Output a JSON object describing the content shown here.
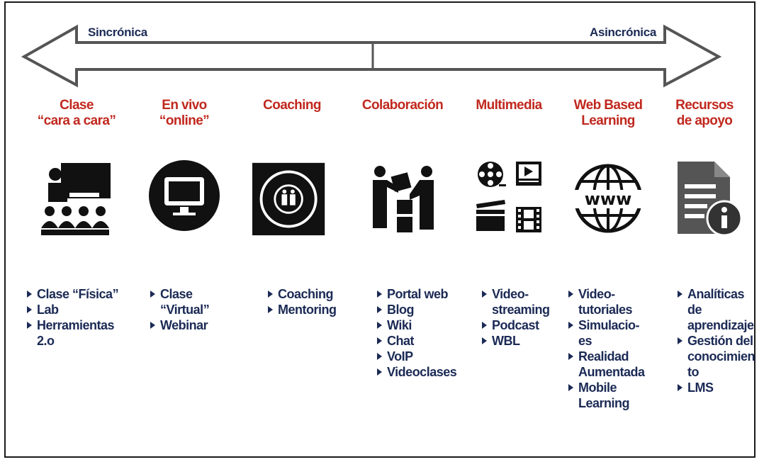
{
  "axis": {
    "left_label": "Sincrónica",
    "right_label": "Asincrónica"
  },
  "colors": {
    "title_red": "#c0281e",
    "text_navy": "#1b2a55",
    "icon_black": "#111111",
    "arrow_gray": "#555555"
  },
  "columns": [
    {
      "title": "Clase\n“cara a cara”",
      "icon": "classroom-icon",
      "items": [
        [
          "Clase “Física”"
        ],
        [
          "Lab"
        ],
        [
          "Herramientas",
          "2.o"
        ]
      ]
    },
    {
      "title": "En vivo\n“online”",
      "icon": "monitor-icon",
      "items": [
        [
          "Clase",
          "“Virtual”"
        ],
        [
          "Webinar"
        ]
      ]
    },
    {
      "title": "Coaching",
      "icon": "coaching-icon",
      "items": [
        [
          "Coaching"
        ],
        [
          "Mentoring"
        ]
      ]
    },
    {
      "title": "Colaboración",
      "icon": "collaboration-icon",
      "items": [
        [
          "Portal web"
        ],
        [
          "Blog"
        ],
        [
          "Wiki"
        ],
        [
          "Chat"
        ],
        [
          "VoIP"
        ],
        [
          "Videoclases"
        ]
      ]
    },
    {
      "title": "Multimedia",
      "icon": "multimedia-icon",
      "items": [
        [
          "Video-",
          "streaming"
        ],
        [
          "Podcast"
        ],
        [
          "WBL"
        ]
      ]
    },
    {
      "title": "Web Based\nLearning",
      "icon": "globe-www-icon",
      "items": [
        [
          "Video-",
          "tutoriales"
        ],
        [
          "Simulacio-",
          "es"
        ],
        [
          "Realidad",
          "Aumentada"
        ],
        [
          "Mobile",
          "Learning"
        ]
      ]
    },
    {
      "title": "Recursos\nde apoyo",
      "icon": "document-info-icon",
      "items": [
        [
          "Analíticas",
          "de",
          "aprendizaje"
        ],
        [
          "Gestión del",
          "conocimien",
          "to"
        ],
        [
          "LMS"
        ]
      ]
    }
  ],
  "www_text": "www"
}
